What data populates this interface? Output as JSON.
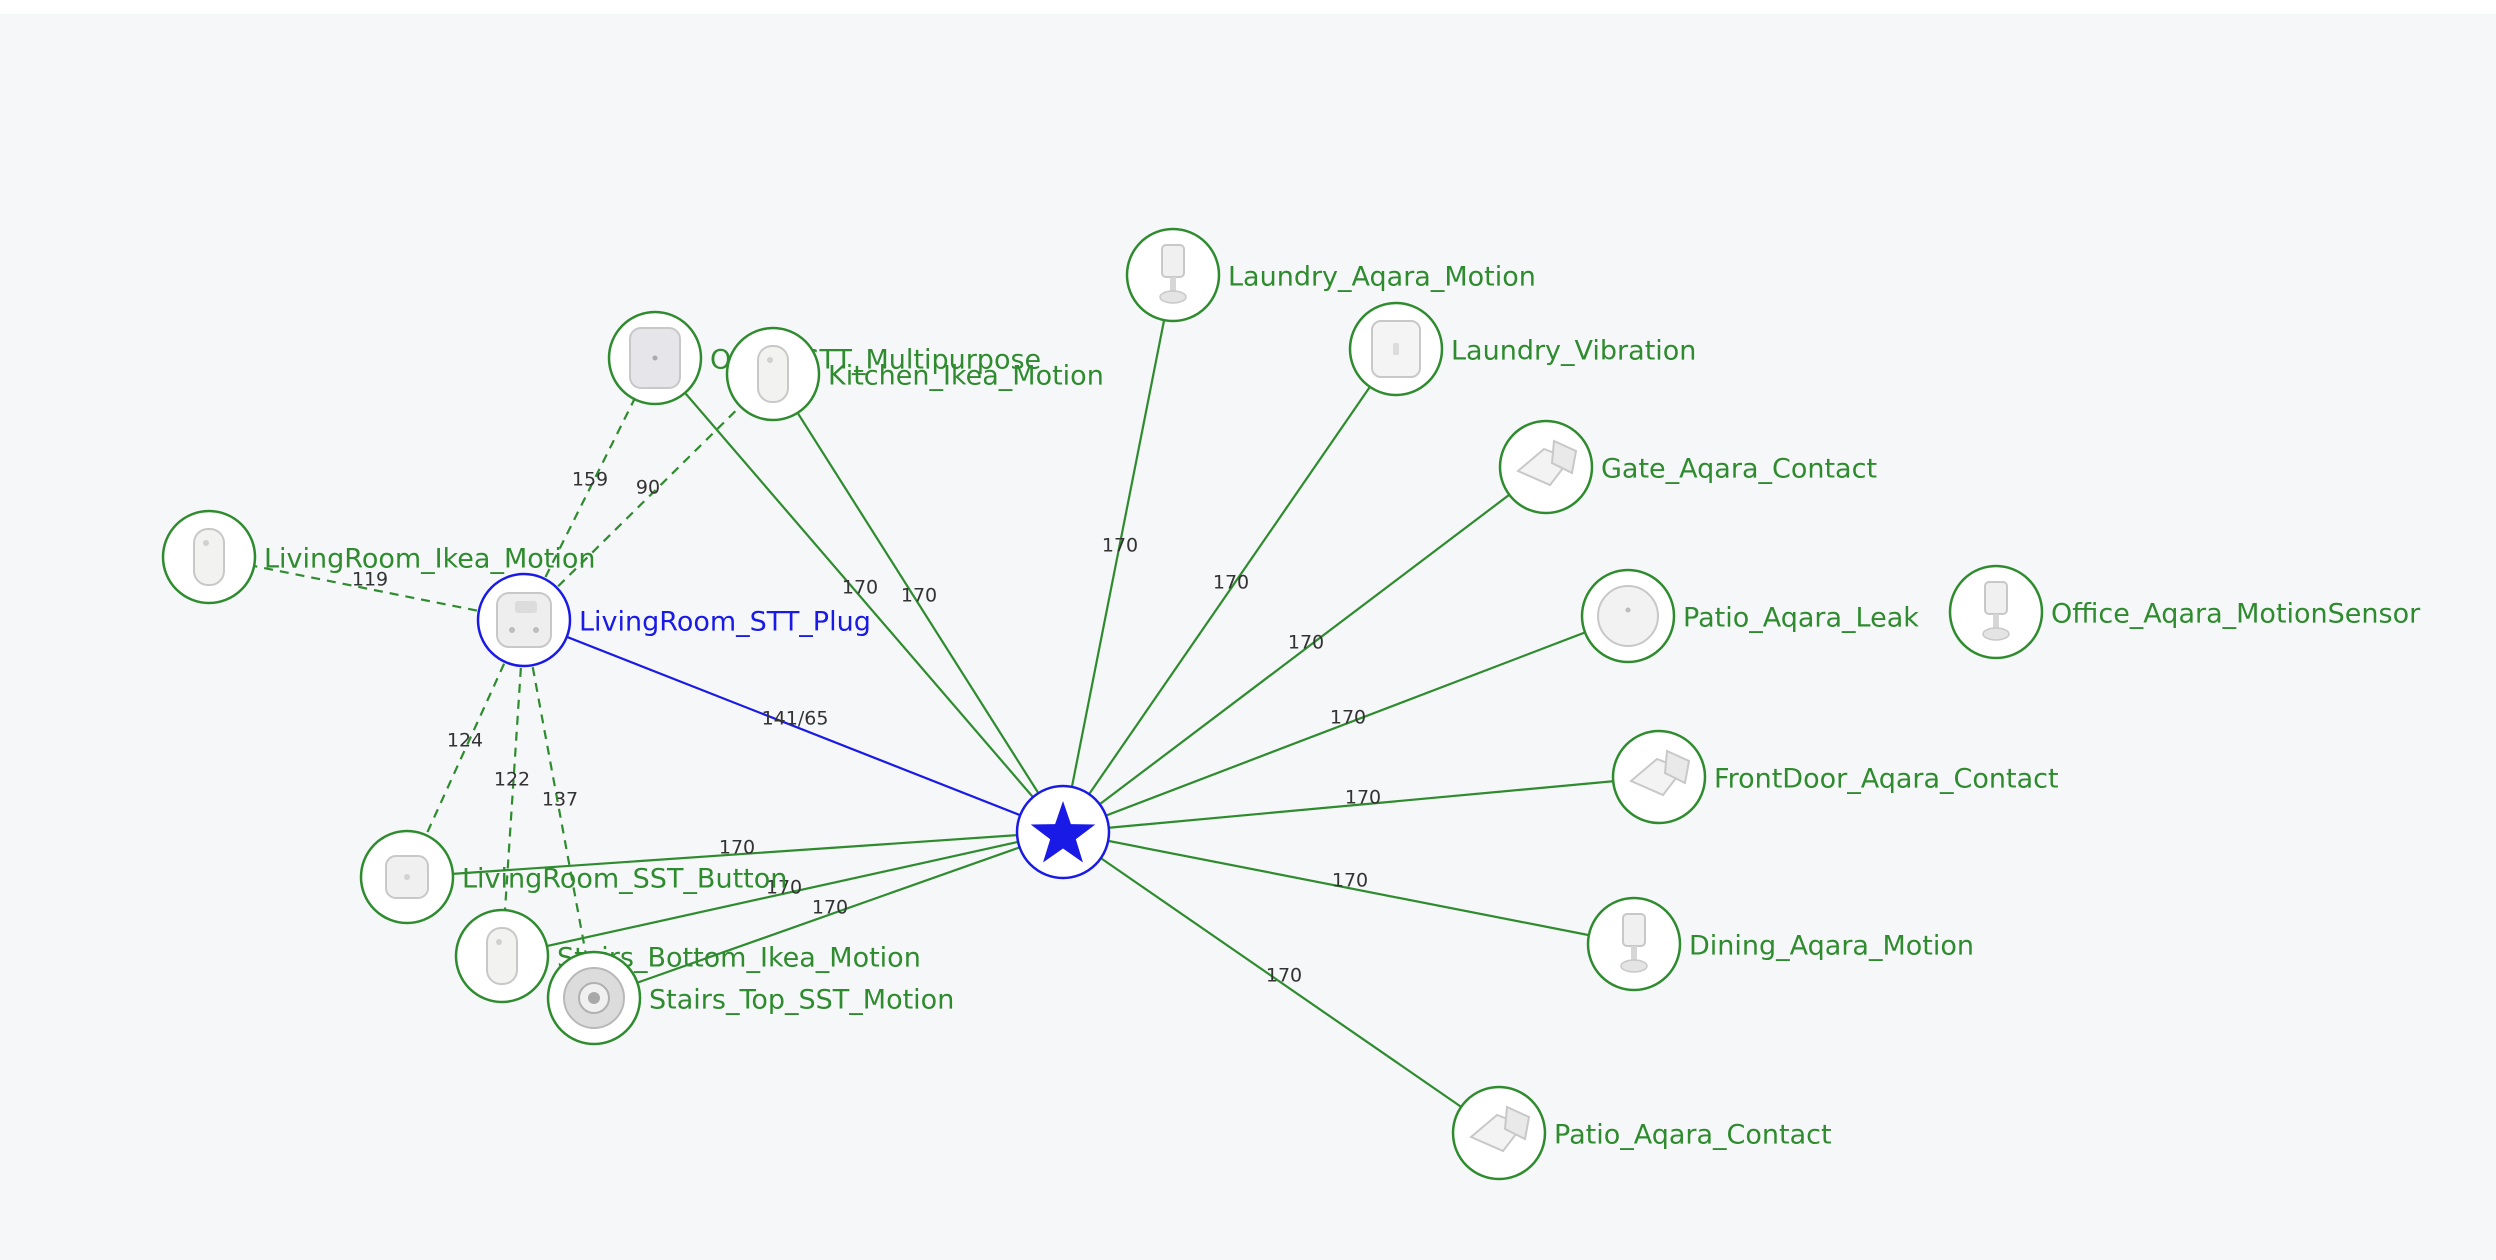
{
  "colors": {
    "background": "#f6f7f9",
    "device": "#2e8b2e",
    "hub": "#1a1ae6",
    "icon_fill": "#eeeeee",
    "icon_stroke": "#c8c8c8"
  },
  "hub": {
    "icon": "star-icon"
  },
  "nodes": [
    {
      "id": "living_room_stt_plug",
      "label": "LivingRoom_STT_Plug",
      "icon": "smart-plug-icon",
      "kind": "router"
    },
    {
      "id": "office_stt_multipurpose",
      "label": "Office_STT_Multipurpose",
      "icon": "multipurpose-sensor-icon",
      "kind": "device"
    },
    {
      "id": "kitchen_ikea_motion",
      "label": "Kitchen_Ikea_Motion",
      "icon": "ikea-motion-sensor-icon",
      "kind": "device"
    },
    {
      "id": "laundry_aqara_motion",
      "label": "Laundry_Aqara_Motion",
      "icon": "aqara-motion-sensor-icon",
      "kind": "device"
    },
    {
      "id": "laundry_vibration",
      "label": "Laundry_Vibration",
      "icon": "vibration-sensor-icon",
      "kind": "device"
    },
    {
      "id": "gate_aqara_contact",
      "label": "Gate_Aqara_Contact",
      "icon": "contact-sensor-icon",
      "kind": "device"
    },
    {
      "id": "patio_aqara_leak",
      "label": "Patio_Aqara_Leak",
      "icon": "leak-sensor-icon",
      "kind": "device"
    },
    {
      "id": "office_aqara_motionsensor",
      "label": "Office_Aqara_MotionSensor",
      "icon": "aqara-motion-sensor-icon",
      "kind": "device"
    },
    {
      "id": "frontdoor_aqara_contact",
      "label": "FrontDoor_Aqara_Contact",
      "icon": "contact-sensor-icon",
      "kind": "device"
    },
    {
      "id": "dining_aqara_motion",
      "label": "Dining_Aqara_Motion",
      "icon": "aqara-motion-sensor-icon",
      "kind": "device"
    },
    {
      "id": "patio_aqara_contact",
      "label": "Patio_Aqara_Contact",
      "icon": "contact-sensor-icon",
      "kind": "device"
    },
    {
      "id": "livingroom_ikea_motion",
      "label": "LivingRoom_Ikea_Motion",
      "icon": "ikea-motion-sensor-icon",
      "kind": "device"
    },
    {
      "id": "livingroom_sst_button",
      "label": "LivingRoom_SST_Button",
      "icon": "button-icon",
      "kind": "device"
    },
    {
      "id": "stairs_bottom_ikea_motion",
      "label": "Stairs_Bottom_Ikea_Motion",
      "icon": "ikea-motion-sensor-icon",
      "kind": "device"
    },
    {
      "id": "stairs_top_sst_motion",
      "label": "Stairs_Top_SST_Motion",
      "icon": "sst-motion-sensor-icon",
      "kind": "device"
    }
  ],
  "edges": [
    {
      "from": "hub",
      "to": "living_room_stt_plug",
      "label": "141/65",
      "style": "hub-link"
    },
    {
      "from": "hub",
      "to": "office_stt_multipurpose",
      "label": "170",
      "style": "solid"
    },
    {
      "from": "hub",
      "to": "kitchen_ikea_motion",
      "label": "170",
      "style": "solid"
    },
    {
      "from": "hub",
      "to": "laundry_aqara_motion",
      "label": "170",
      "style": "solid"
    },
    {
      "from": "hub",
      "to": "laundry_vibration",
      "label": "170",
      "style": "solid"
    },
    {
      "from": "hub",
      "to": "gate_aqara_contact",
      "label": "170",
      "style": "solid"
    },
    {
      "from": "hub",
      "to": "patio_aqara_leak",
      "label": "170",
      "style": "solid"
    },
    {
      "from": "hub",
      "to": "frontdoor_aqara_contact",
      "label": "170",
      "style": "solid"
    },
    {
      "from": "hub",
      "to": "dining_aqara_motion",
      "label": "170",
      "style": "solid"
    },
    {
      "from": "hub",
      "to": "patio_aqara_contact",
      "label": "170",
      "style": "solid"
    },
    {
      "from": "hub",
      "to": "livingroom_sst_button",
      "label": "170",
      "style": "solid"
    },
    {
      "from": "hub",
      "to": "stairs_bottom_ikea_motion",
      "label": "170",
      "style": "solid"
    },
    {
      "from": "hub",
      "to": "stairs_top_sst_motion",
      "label": "170",
      "style": "solid"
    },
    {
      "from": "living_room_stt_plug",
      "to": "office_stt_multipurpose",
      "label": "159",
      "style": "dashed"
    },
    {
      "from": "living_room_stt_plug",
      "to": "kitchen_ikea_motion",
      "label": "90",
      "style": "dashed"
    },
    {
      "from": "living_room_stt_plug",
      "to": "livingroom_ikea_motion",
      "label": "119",
      "style": "dashed"
    },
    {
      "from": "living_room_stt_plug",
      "to": "livingroom_sst_button",
      "label": "124",
      "style": "dashed"
    },
    {
      "from": "living_room_stt_plug",
      "to": "stairs_bottom_ikea_motion",
      "label": "122",
      "style": "dashed"
    },
    {
      "from": "living_room_stt_plug",
      "to": "stairs_top_sst_motion",
      "label": "137",
      "style": "dashed"
    }
  ]
}
